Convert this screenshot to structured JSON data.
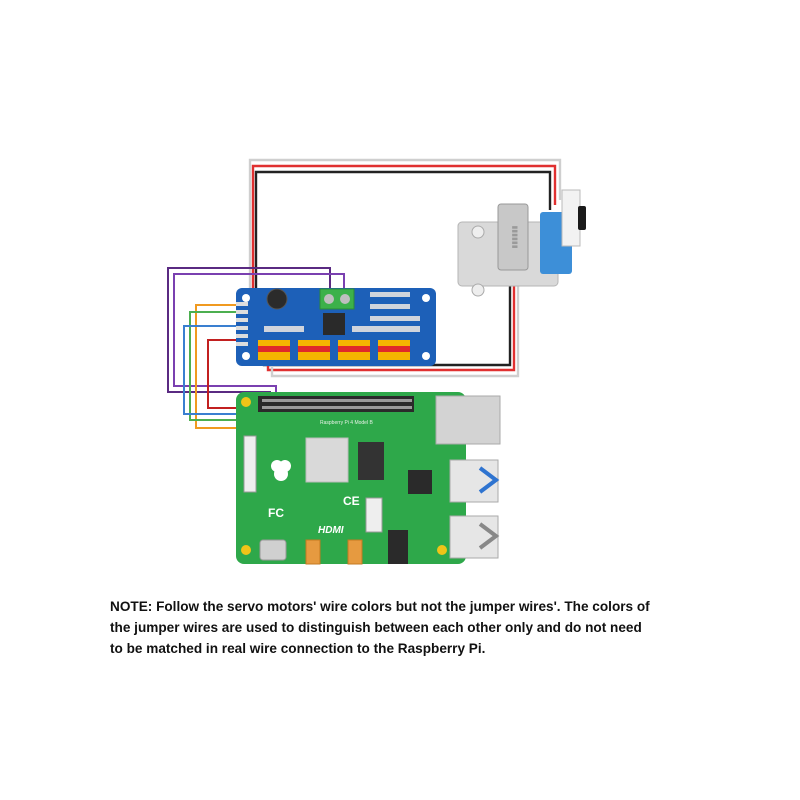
{
  "pi_board": {
    "model_label": "Raspberry Pi 4 Model B",
    "hdmi_label": "HDMI",
    "ce_label": "CE",
    "fc_label": "FC"
  },
  "note": {
    "lines": [
      "NOTE: Follow the servo motors' wire colors but not the jumper wires'.  The colors of",
      "the jumper wires are used to distinguish between each other only and do not need",
      "to be matched in real wire connection to the Raspberry Pi."
    ]
  }
}
